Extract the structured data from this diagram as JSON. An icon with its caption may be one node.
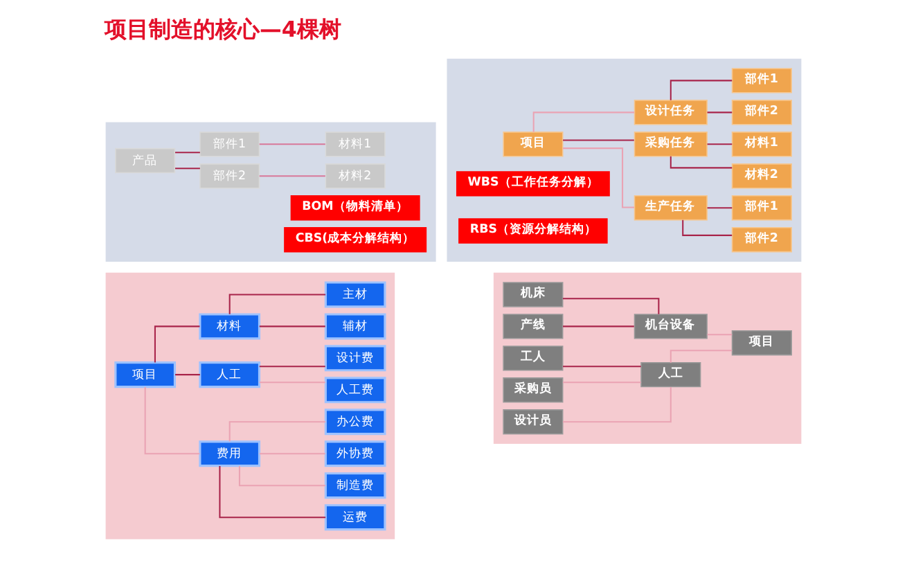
{
  "diagram": {
    "title": "项目制造的核心—4棵树",
    "nodes": [
      {
        "text": [],
        "shape": "box"
      },
      {
        "text": [
          "产品"
        ],
        "in": 0
      },
      {
        "text": [
          "部件1"
        ],
        "in": 0
      },
      {
        "text": [
          "材料1"
        ],
        "in": 0
      },
      {
        "text": [
          "部件2"
        ],
        "in": 0
      },
      {
        "text": [
          "材料2"
        ],
        "in": 0
      },
      {
        "text": [
          "BOM（物料清单）"
        ],
        "in": 0
      },
      {
        "text": [
          "CBS(成本分解结构）"
        ],
        "in": 0
      },
      {
        "text": [],
        "shape": "box"
      },
      {
        "text": [
          "项目"
        ],
        "in": 8
      },
      {
        "text": [
          "设计任务"
        ],
        "in": 8
      },
      {
        "text": [
          "采购任务"
        ],
        "in": 8
      },
      {
        "text": [
          "生产任务"
        ],
        "in": 8
      },
      {
        "text": [
          "部件1"
        ],
        "in": 8
      },
      {
        "text": [
          "部件2"
        ],
        "in": 8
      },
      {
        "text": [
          "材料1"
        ],
        "in": 8
      },
      {
        "text": [
          "材料2"
        ],
        "in": 8
      },
      {
        "text": [
          "部件1"
        ],
        "in": 8
      },
      {
        "text": [
          "部件2"
        ],
        "in": 8
      },
      {
        "text": [
          "WBS（工作任务分解）"
        ],
        "in": 8
      },
      {
        "text": [
          "RBS（资源分解结构）"
        ],
        "in": 8
      },
      {
        "text": [],
        "shape": "box"
      },
      {
        "text": [
          "项目"
        ],
        "in": 21
      },
      {
        "text": [
          "材料"
        ],
        "in": 21
      },
      {
        "text": [
          "主材"
        ],
        "in": 21
      },
      {
        "text": [
          "辅材"
        ],
        "in": 21
      },
      {
        "text": [
          "人工"
        ],
        "in": 21
      },
      {
        "text": [
          "设计费"
        ],
        "in": 21
      },
      {
        "text": [
          "人工费"
        ],
        "in": 21
      },
      {
        "text": [
          "费用"
        ],
        "in": 21
      },
      {
        "text": [
          "办公费"
        ],
        "in": 21
      },
      {
        "text": [
          "外协费"
        ],
        "in": 21
      },
      {
        "text": [
          "制造费"
        ],
        "in": 21
      },
      {
        "text": [
          "运费"
        ],
        "in": 21
      },
      {
        "text": [],
        "shape": "box"
      },
      {
        "text": [
          "机床"
        ],
        "in": 34
      },
      {
        "text": [
          "产线"
        ],
        "in": 34
      },
      {
        "text": [
          "机台设备"
        ],
        "in": 34
      },
      {
        "text": [
          "工人"
        ],
        "in": 34
      },
      {
        "text": [
          "采购员"
        ],
        "in": 34
      },
      {
        "text": [
          "设计员"
        ],
        "in": 34
      },
      {
        "text": [
          "人工"
        ],
        "in": 34
      },
      {
        "text": [
          "项目"
        ],
        "in": 34
      }
    ],
    "edges": [
      {
        "from": 1,
        "to": 4,
        "arrow": "none"
      },
      {
        "from": 4,
        "to": 5,
        "arrow": "none",
        "color": "#d8789a"
      },
      {
        "from": 1,
        "to": 2,
        "arrow": "none"
      },
      {
        "from": 2,
        "to": 3,
        "arrow": "none",
        "color": "#d8789a"
      },
      {
        "from": 9,
        "to": 12,
        "arrow": "none",
        "color": "#eaa3b3"
      },
      {
        "from": 9,
        "to": 11,
        "arrow": "none"
      },
      {
        "from": 9,
        "to": 10,
        "arrow": "none",
        "color": "#eaa3b3"
      },
      {
        "from": 12,
        "to": 18,
        "arrow": "none"
      },
      {
        "from": 12,
        "to": 17,
        "arrow": "none"
      },
      {
        "from": 11,
        "to": 16,
        "arrow": "none"
      },
      {
        "from": 11,
        "to": 15,
        "arrow": "none"
      },
      {
        "from": 10,
        "to": 14,
        "arrow": "none"
      },
      {
        "from": 10,
        "to": 13,
        "arrow": "none"
      },
      {
        "from": 22,
        "to": 29,
        "arrow": "none",
        "color": "#eaa3b3"
      },
      {
        "from": 22,
        "to": 26,
        "arrow": "none"
      },
      {
        "from": 22,
        "to": 23,
        "arrow": "none"
      },
      {
        "from": 29,
        "to": 33,
        "arrow": "none"
      },
      {
        "from": 29,
        "to": 32,
        "arrow": "none",
        "color": "#eaa3b3"
      },
      {
        "from": 29,
        "to": 31,
        "arrow": "none",
        "color": "#eaa3b3"
      },
      {
        "from": 29,
        "to": 30,
        "arrow": "none",
        "color": "#eaa3b3"
      },
      {
        "from": 26,
        "to": 28,
        "arrow": "none",
        "color": "#eaa3b3"
      },
      {
        "from": 26,
        "to": 27,
        "arrow": "none"
      },
      {
        "from": 23,
        "to": 25,
        "arrow": "none"
      },
      {
        "from": 23,
        "to": 24,
        "arrow": "none"
      },
      {
        "from": 35,
        "to": 37,
        "arrow": "none"
      },
      {
        "from": 36,
        "to": 37,
        "arrow": "none"
      },
      {
        "from": 38,
        "to": 41,
        "arrow": "none"
      },
      {
        "from": 39,
        "to": 41,
        "arrow": "none",
        "color": "#eaa3b3"
      },
      {
        "from": 40,
        "to": 41,
        "arrow": "none",
        "color": "#eaa3b3"
      },
      {
        "from": 37,
        "to": 42,
        "arrow": "none",
        "color": "#eaa3b3"
      },
      {
        "from": 41,
        "to": 42,
        "arrow": "none",
        "color": "#eaa3b3"
      }
    ]
  }
}
